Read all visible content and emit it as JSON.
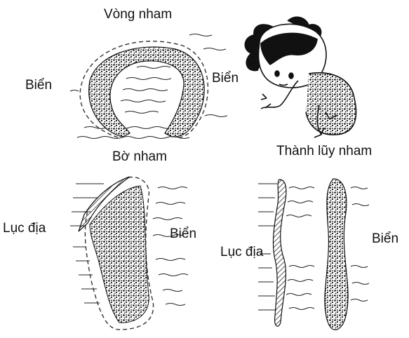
{
  "labels": {
    "atoll": "Vòng nham",
    "sea_left": "Biển",
    "sea_right": "Biển",
    "fringing": "Bờ nham",
    "barrier": "Thành lũy nham",
    "land_left": "Lục địa",
    "sea_bottom_left": "Biển",
    "land_right": "Lục địa",
    "sea_bottom_right": "Biển"
  },
  "illustrations": [
    "atoll-reef-sketch",
    "girl-with-coral-sketch",
    "fringing-reef-sketch",
    "barrier-reef-sketch"
  ],
  "colors": {
    "ink": "#111111",
    "background": "#ffffff"
  }
}
